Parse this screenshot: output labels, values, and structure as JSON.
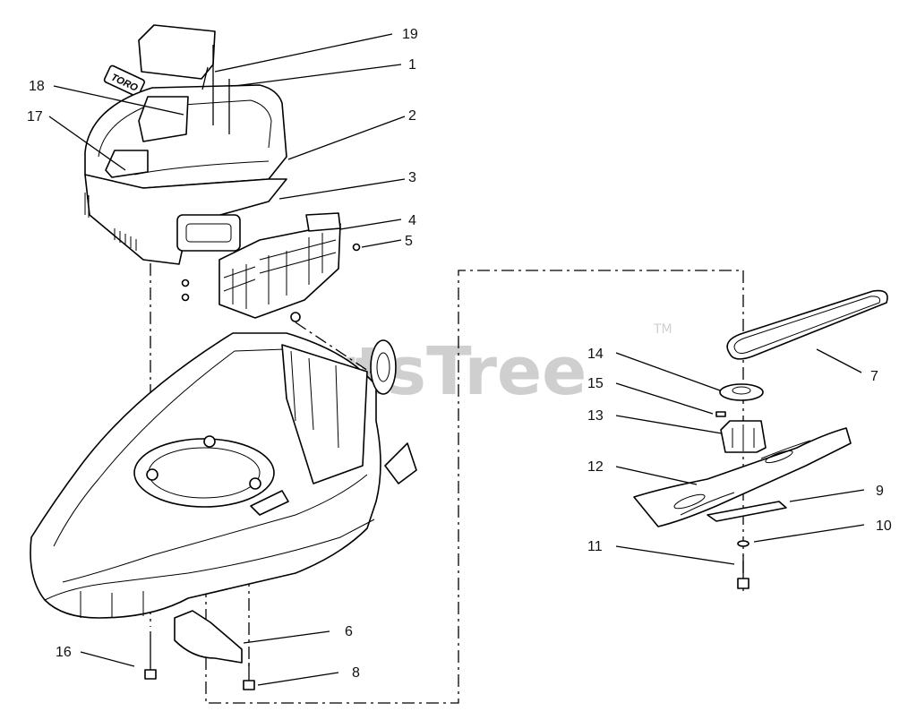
{
  "watermark": {
    "text": "PartsTree",
    "trademark": "TM"
  },
  "engine_badge": {
    "text": "TORO"
  },
  "callouts": [
    {
      "id": "c1",
      "label": "1"
    },
    {
      "id": "c2",
      "label": "2"
    },
    {
      "id": "c3",
      "label": "3"
    },
    {
      "id": "c4",
      "label": "4"
    },
    {
      "id": "c5",
      "label": "5"
    },
    {
      "id": "c6",
      "label": "6"
    },
    {
      "id": "c7",
      "label": "7"
    },
    {
      "id": "c8",
      "label": "8"
    },
    {
      "id": "c9",
      "label": "9"
    },
    {
      "id": "c10",
      "label": "10"
    },
    {
      "id": "c11",
      "label": "11"
    },
    {
      "id": "c12",
      "label": "12"
    },
    {
      "id": "c13",
      "label": "13"
    },
    {
      "id": "c14",
      "label": "14"
    },
    {
      "id": "c15",
      "label": "15"
    },
    {
      "id": "c16",
      "label": "16"
    },
    {
      "id": "c17",
      "label": "17"
    },
    {
      "id": "c18",
      "label": "18"
    },
    {
      "id": "c19",
      "label": "19"
    }
  ]
}
